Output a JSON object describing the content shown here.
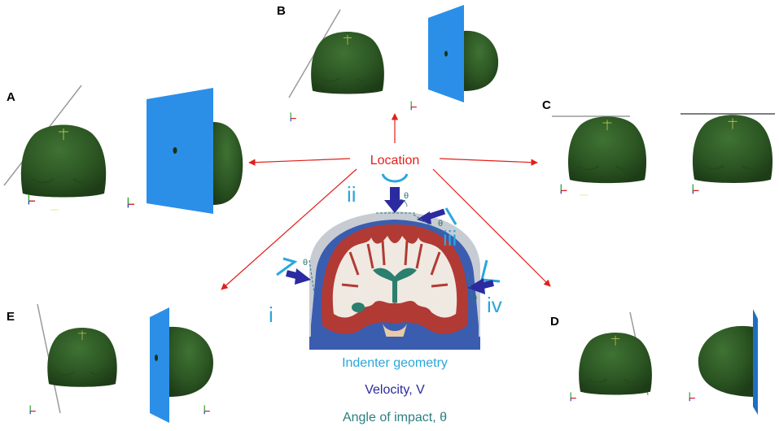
{
  "panels": {
    "a": "A",
    "b": "B",
    "c": "C",
    "d": "D",
    "e": "E"
  },
  "center": {
    "location": "Location",
    "indenter_geometry": "Indenter geometry",
    "velocity": "Velocity, V",
    "angle": "Angle of impact, θ"
  },
  "sites": {
    "i": "i",
    "ii": "ii",
    "iii": "iii",
    "iv": "iv"
  },
  "symbols": {
    "theta": "θ"
  },
  "colors": {
    "head": "#2f5a25",
    "plate": "#2b8fe8",
    "arrow": "#e0201b",
    "indenter": "#2aa7dc",
    "velocity": "#2b2aa0",
    "angle": "#2b7f80",
    "brain_red": "#b23a34",
    "brain_blue": "#3a5db0"
  }
}
